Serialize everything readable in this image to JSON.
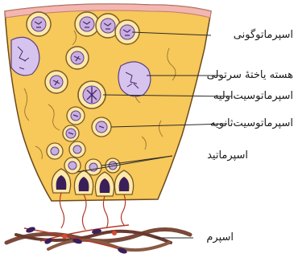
{
  "labels": {
    "spermatogonium": "اسپرماتوگونی",
    "sertoli_nucleus": "هسته یاختهٔ سرتولی",
    "primary_spermatocyte": "اسپرماتوسیت‌اولیه",
    "secondary_spermatocyte": "اسپرماتوسیت‌ثانویه",
    "spermatid": "اسپرماتید",
    "sperm": "اسپرم"
  },
  "colors": {
    "tissue_fill": "#f7c85a",
    "tissue_outline": "#6b4a1a",
    "basement_band": "#f3b6b0",
    "cell_fill": "#ffe9a8",
    "cell_outline": "#7a5a22",
    "nucleus_fill": "#c9aee0",
    "nucleus_outline": "#5b3f8a",
    "chromatin": "#4a2a6e",
    "sertoli_fill": "#d7c4ee",
    "sperm_tail": "#b33a2a",
    "sperm_head": "#3a1f5a",
    "sperm_tangle": "#7a4a3a",
    "leader_line": "#2a2a2a"
  }
}
